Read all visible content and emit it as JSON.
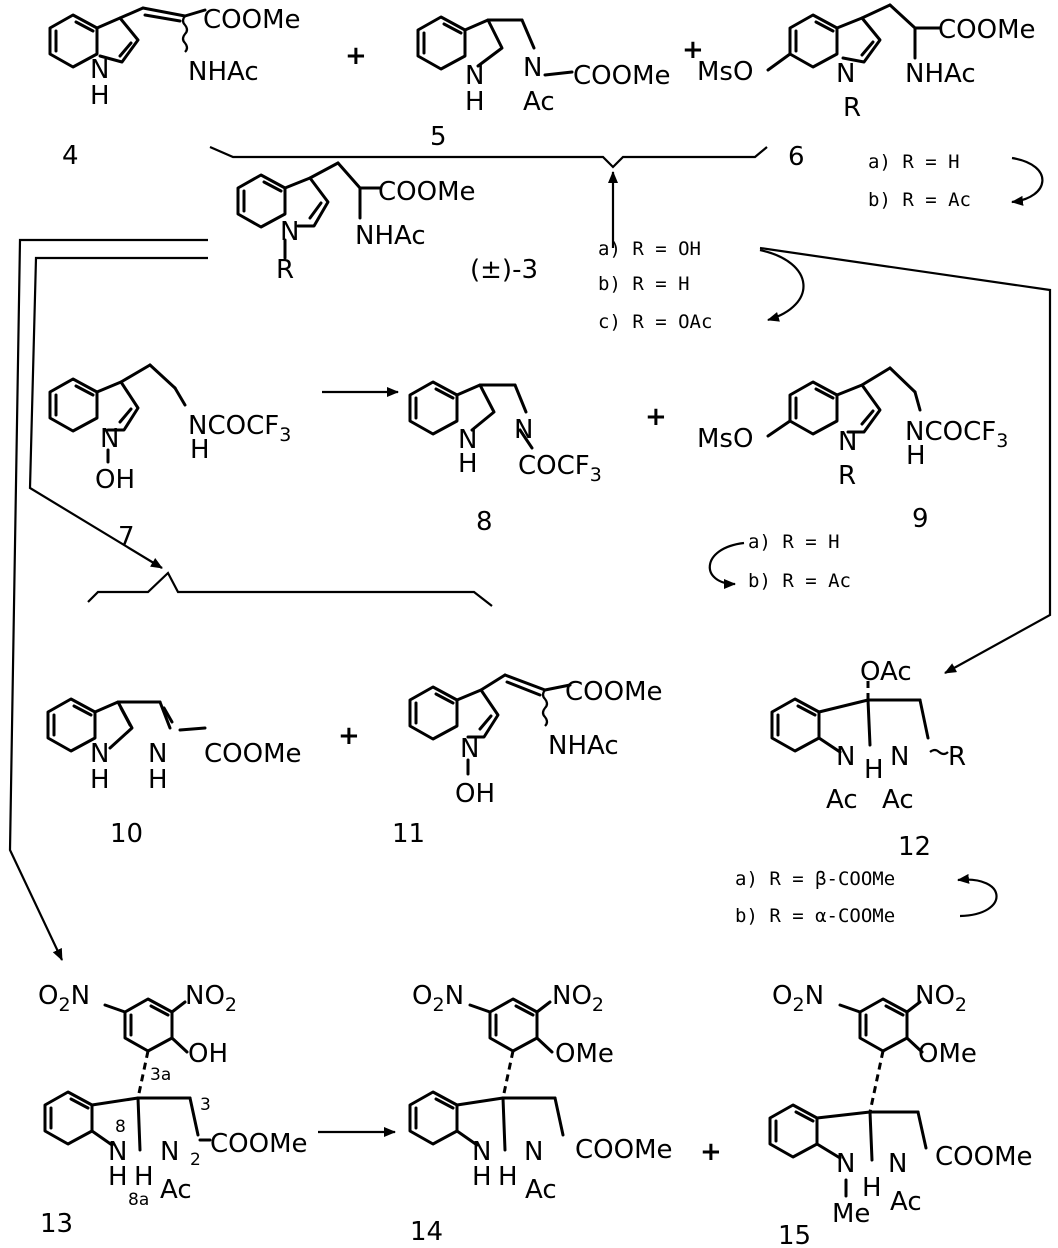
{
  "compounds": {
    "c4": {
      "number": "4",
      "ester": "COOMe",
      "amide": "NHAc",
      "nh": "N",
      "h": "H"
    },
    "c5": {
      "number": "5",
      "ester": "COOMe",
      "n1": "N",
      "n2": "N",
      "h": "H",
      "ac": "Ac"
    },
    "c6": {
      "number": "6",
      "ester": "COOMe",
      "amide": "NHAc",
      "ms": "MsO",
      "n": "N",
      "r": "R",
      "options": [
        "a) R = H",
        "b) R = Ac"
      ]
    },
    "c3": {
      "number": "(±)-3",
      "ester": "COOMe",
      "amide": "NHAc",
      "n": "N",
      "r": "R",
      "options": [
        "a) R = OH",
        "b) R = H",
        "c) R = OAc"
      ]
    },
    "c7": {
      "number": "7",
      "n": "N",
      "amide": "NCOCF",
      "sub3": "3",
      "h": "H",
      "oh": "OH"
    },
    "c8": {
      "number": "8",
      "n1": "N",
      "n2": "N",
      "h": "H",
      "cocf": "COCF",
      "sub3": "3"
    },
    "c9": {
      "number": "9",
      "ms": "MsO",
      "n": "N",
      "r": "R",
      "amide": "NCOCF",
      "sub3": "3",
      "h": "H",
      "options": [
        "a) R = H",
        "b) R = Ac"
      ]
    },
    "c10": {
      "number": "10",
      "n1": "N",
      "n2": "N",
      "h1": "H",
      "h2": "H",
      "ester": "COOMe"
    },
    "c11": {
      "number": "11",
      "n": "N",
      "oh": "OH",
      "ester": "COOMe",
      "amide": "NHAc"
    },
    "c12": {
      "number": "12",
      "oac": "OAc",
      "n1": "N",
      "n2": "N",
      "h": "H",
      "ac1": "Ac",
      "ac2": "Ac",
      "r": "R",
      "options": [
        "a) R = β-COOMe",
        "b) R = α-COOMe"
      ]
    },
    "c13": {
      "number": "13",
      "o2n": "O",
      "o2n_sub": "2",
      "o2n_n": "N",
      "no2": "NO",
      "no2_sub": "2",
      "oh": "OH",
      "n8": "N",
      "n1": "N",
      "h1": "H",
      "h2": "H",
      "ac": "Ac",
      "ester": "COOMe",
      "pos_3a": "3a",
      "pos_3": "3",
      "pos_8": "8",
      "pos_2": "2",
      "pos_8a": "8a"
    },
    "c14": {
      "number": "14",
      "o2n": "O",
      "o2n_sub": "2",
      "o2n_n": "N",
      "no2": "NO",
      "no2_sub": "2",
      "ome": "OMe",
      "n1": "N",
      "n2": "N",
      "h1": "H",
      "h2": "H",
      "ac": "Ac",
      "ester": "COOMe"
    },
    "c15": {
      "number": "15",
      "o2n": "O",
      "o2n_sub": "2",
      "o2n_n": "N",
      "no2": "NO",
      "no2_sub": "2",
      "ome": "OMe",
      "n1": "N",
      "n2": "N",
      "h": "H",
      "me": "Me",
      "ac": "Ac",
      "ester": "COOMe"
    }
  },
  "plus_sign": "+"
}
